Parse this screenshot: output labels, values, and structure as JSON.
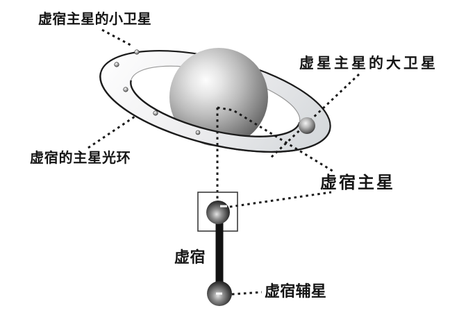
{
  "diagram": {
    "background": "#ffffff",
    "labels": {
      "small_moons": "虚宿主星的小卫星",
      "large_moon": "虚星主星的大卫星",
      "ring": "虚宿的主星光环",
      "primary_star": "虚宿主星",
      "system": "虚宿",
      "secondary_star": "虚宿辅星"
    },
    "colors": {
      "leader_line": "#1a1a1a",
      "text": "#151515",
      "ring_light": "#ffffff",
      "ring_shade": "#d2d6d9",
      "planet_edge": "#525252",
      "schematic_star": "#0a0a0a"
    }
  }
}
